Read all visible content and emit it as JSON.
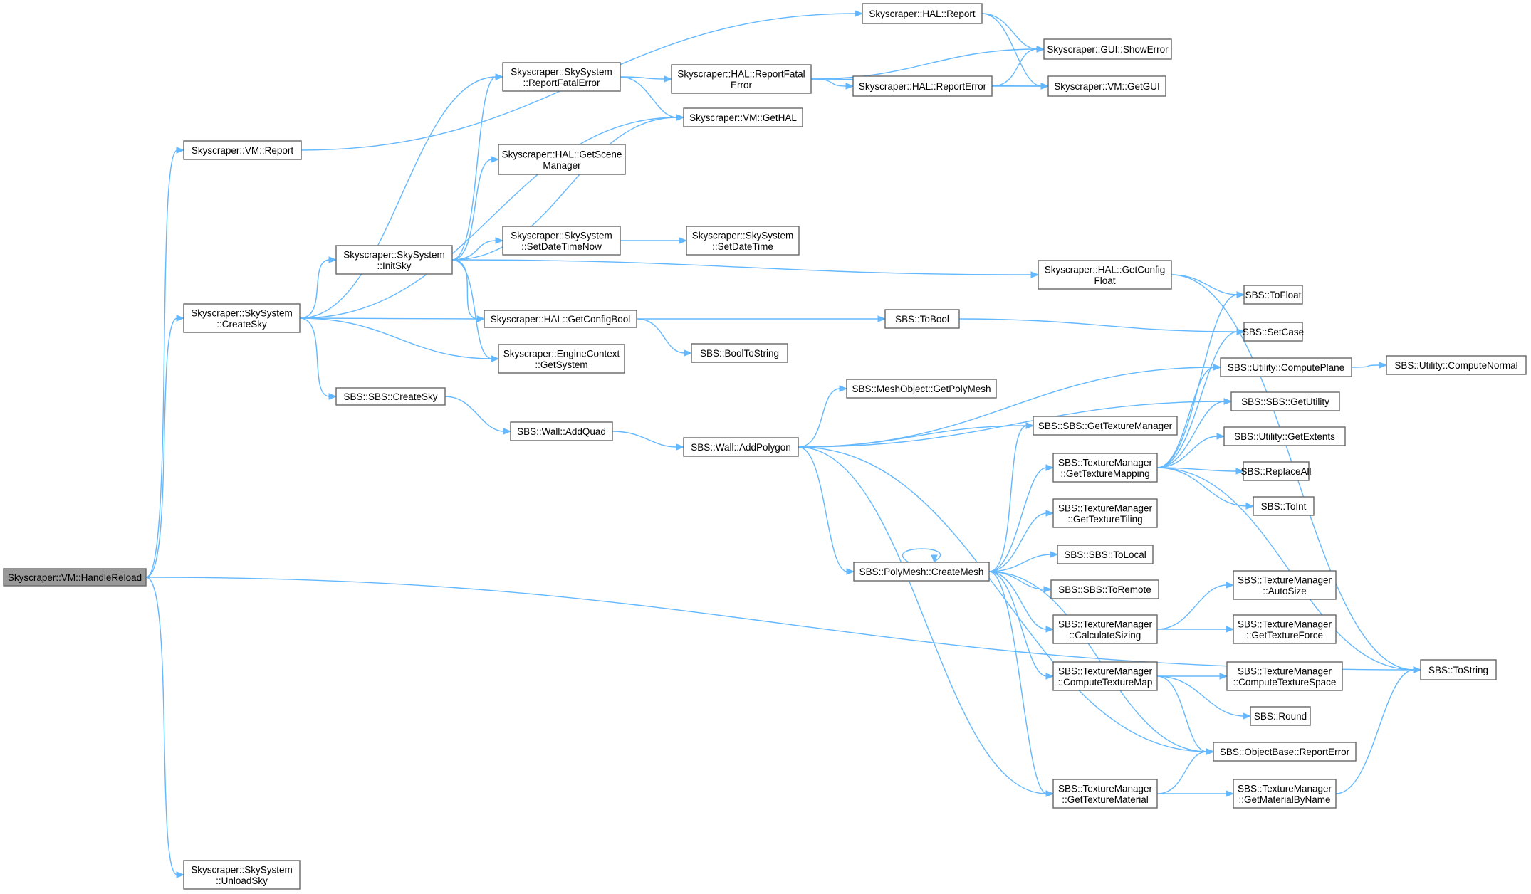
{
  "graph": {
    "edge_color": "#63b8ff",
    "node_fill": "#ffffff",
    "root_fill": "#999999",
    "node_border": "#666666",
    "nodes": [
      {
        "id": "handle_reload",
        "lines": [
          "Skyscraper::VM::HandleReload"
        ],
        "root": true
      },
      {
        "id": "vm_report",
        "lines": [
          "Skyscraper::VM::Report"
        ]
      },
      {
        "id": "create_sky",
        "lines": [
          "Skyscraper::SkySystem",
          "::CreateSky"
        ]
      },
      {
        "id": "unload_sky",
        "lines": [
          "Skyscraper::SkySystem",
          "::UnloadSky"
        ]
      },
      {
        "id": "hal_report",
        "lines": [
          "Skyscraper::HAL::Report"
        ]
      },
      {
        "id": "sky_report_fatal",
        "lines": [
          "Skyscraper::SkySystem",
          "::ReportFatalError"
        ]
      },
      {
        "id": "init_sky",
        "lines": [
          "Skyscraper::SkySystem",
          "::InitSky"
        ]
      },
      {
        "id": "get_config_bool",
        "lines": [
          "Skyscraper::HAL::GetConfigBool"
        ]
      },
      {
        "id": "engine_get_system",
        "lines": [
          "Skyscraper::EngineContext",
          "::GetSystem"
        ]
      },
      {
        "id": "sbs_create_sky",
        "lines": [
          "SBS::SBS::CreateSky"
        ]
      },
      {
        "id": "hal_report_fatal",
        "lines": [
          "Skyscraper::HAL::ReportFatal",
          "Error"
        ]
      },
      {
        "id": "vm_get_hal",
        "lines": [
          "Skyscraper::VM::GetHAL"
        ]
      },
      {
        "id": "hal_get_scene",
        "lines": [
          "Skyscraper::HAL::GetScene",
          "Manager"
        ]
      },
      {
        "id": "set_datetime_now",
        "lines": [
          "Skyscraper::SkySystem",
          "::SetDateTimeNow"
        ]
      },
      {
        "id": "set_datetime",
        "lines": [
          "Skyscraper::SkySystem",
          "::SetDateTime"
        ]
      },
      {
        "id": "get_config_float",
        "lines": [
          "Skyscraper::HAL::GetConfig",
          "Float"
        ]
      },
      {
        "id": "hal_report_error",
        "lines": [
          "Skyscraper::HAL::ReportError"
        ]
      },
      {
        "id": "gui_show_error",
        "lines": [
          "Skyscraper::GUI::ShowError"
        ]
      },
      {
        "id": "vm_get_gui",
        "lines": [
          "Skyscraper::VM::GetGUI"
        ]
      },
      {
        "id": "sbs_to_bool",
        "lines": [
          "SBS::ToBool"
        ]
      },
      {
        "id": "bool_to_string",
        "lines": [
          "SBS::BoolToString"
        ]
      },
      {
        "id": "wall_add_quad",
        "lines": [
          "SBS::Wall::AddQuad"
        ]
      },
      {
        "id": "wall_add_polygon",
        "lines": [
          "SBS::Wall::AddPolygon"
        ]
      },
      {
        "id": "mesh_get_polymesh",
        "lines": [
          "SBS::MeshObject::GetPolyMesh"
        ]
      },
      {
        "id": "get_texture_manager",
        "lines": [
          "SBS::SBS::GetTextureManager"
        ]
      },
      {
        "id": "tm_get_texture_mapping",
        "lines": [
          "SBS::TextureManager",
          "::GetTextureMapping"
        ]
      },
      {
        "id": "tm_get_texture_tiling",
        "lines": [
          "SBS::TextureManager",
          "::GetTextureTiling"
        ]
      },
      {
        "id": "polymesh_create_mesh",
        "lines": [
          "SBS::PolyMesh::CreateMesh"
        ]
      },
      {
        "id": "sbs_to_local",
        "lines": [
          "SBS::SBS::ToLocal"
        ]
      },
      {
        "id": "sbs_to_remote",
        "lines": [
          "SBS::SBS::ToRemote"
        ]
      },
      {
        "id": "tm_calculate_sizing",
        "lines": [
          "SBS::TextureManager",
          "::CalculateSizing"
        ]
      },
      {
        "id": "tm_compute_texture_map",
        "lines": [
          "SBS::TextureManager",
          "::ComputeTextureMap"
        ]
      },
      {
        "id": "tm_get_texture_material",
        "lines": [
          "SBS::TextureManager",
          "::GetTextureMaterial"
        ]
      },
      {
        "id": "sbs_to_float",
        "lines": [
          "SBS::ToFloat"
        ]
      },
      {
        "id": "sbs_set_case",
        "lines": [
          "SBS::SetCase"
        ]
      },
      {
        "id": "utility_compute_plane",
        "lines": [
          "SBS::Utility::ComputePlane"
        ]
      },
      {
        "id": "sbs_get_utility",
        "lines": [
          "SBS::SBS::GetUtility"
        ]
      },
      {
        "id": "utility_get_extents",
        "lines": [
          "SBS::Utility::GetExtents"
        ]
      },
      {
        "id": "sbs_replace_all",
        "lines": [
          "SBS::ReplaceAll"
        ]
      },
      {
        "id": "sbs_to_int",
        "lines": [
          "SBS::ToInt"
        ]
      },
      {
        "id": "tm_auto_size",
        "lines": [
          "SBS::TextureManager",
          "::AutoSize"
        ]
      },
      {
        "id": "tm_get_texture_force",
        "lines": [
          "SBS::TextureManager",
          "::GetTextureForce"
        ]
      },
      {
        "id": "tm_compute_texture_space",
        "lines": [
          "SBS::TextureManager",
          "::ComputeTextureSpace"
        ]
      },
      {
        "id": "sbs_round",
        "lines": [
          "SBS::Round"
        ]
      },
      {
        "id": "objectbase_report_error",
        "lines": [
          "SBS::ObjectBase::ReportError"
        ]
      },
      {
        "id": "tm_get_material_by_name",
        "lines": [
          "SBS::TextureManager",
          "::GetMaterialByName"
        ]
      },
      {
        "id": "utility_compute_normal",
        "lines": [
          "SBS::Utility::ComputeNormal"
        ]
      },
      {
        "id": "sbs_to_string",
        "lines": [
          "SBS::ToString"
        ]
      }
    ],
    "edges": [
      [
        "handle_reload",
        "vm_report"
      ],
      [
        "handle_reload",
        "create_sky"
      ],
      [
        "handle_reload",
        "unload_sky"
      ],
      [
        "handle_reload",
        "sbs_to_string"
      ],
      [
        "vm_report",
        "hal_report"
      ],
      [
        "hal_report",
        "gui_show_error"
      ],
      [
        "hal_report",
        "vm_get_gui"
      ],
      [
        "create_sky",
        "sky_report_fatal"
      ],
      [
        "create_sky",
        "vm_get_hal"
      ],
      [
        "create_sky",
        "init_sky"
      ],
      [
        "create_sky",
        "get_config_bool"
      ],
      [
        "create_sky",
        "engine_get_system"
      ],
      [
        "create_sky",
        "sbs_create_sky"
      ],
      [
        "sky_report_fatal",
        "hal_report_fatal"
      ],
      [
        "sky_report_fatal",
        "vm_get_hal"
      ],
      [
        "hal_report_fatal",
        "gui_show_error"
      ],
      [
        "hal_report_fatal",
        "hal_report_error"
      ],
      [
        "hal_report_fatal",
        "vm_get_gui"
      ],
      [
        "hal_report_error",
        "gui_show_error"
      ],
      [
        "hal_report_error",
        "vm_get_gui"
      ],
      [
        "init_sky",
        "sky_report_fatal"
      ],
      [
        "init_sky",
        "hal_get_scene"
      ],
      [
        "init_sky",
        "vm_get_hal"
      ],
      [
        "init_sky",
        "set_datetime_now"
      ],
      [
        "init_sky",
        "get_config_float"
      ],
      [
        "init_sky",
        "get_config_bool"
      ],
      [
        "init_sky",
        "engine_get_system"
      ],
      [
        "set_datetime_now",
        "set_datetime"
      ],
      [
        "get_config_float",
        "sbs_to_float"
      ],
      [
        "get_config_float",
        "sbs_to_string"
      ],
      [
        "get_config_bool",
        "sbs_to_bool"
      ],
      [
        "get_config_bool",
        "bool_to_string"
      ],
      [
        "sbs_to_bool",
        "sbs_set_case"
      ],
      [
        "sbs_create_sky",
        "wall_add_quad"
      ],
      [
        "wall_add_quad",
        "wall_add_polygon"
      ],
      [
        "wall_add_polygon",
        "utility_compute_plane"
      ],
      [
        "wall_add_polygon",
        "mesh_get_polymesh"
      ],
      [
        "wall_add_polygon",
        "sbs_get_utility"
      ],
      [
        "wall_add_polygon",
        "get_texture_manager"
      ],
      [
        "wall_add_polygon",
        "polymesh_create_mesh"
      ],
      [
        "wall_add_polygon",
        "objectbase_report_error"
      ],
      [
        "wall_add_polygon",
        "tm_get_texture_material"
      ],
      [
        "polymesh_create_mesh",
        "polymesh_create_mesh"
      ],
      [
        "polymesh_create_mesh",
        "get_texture_manager"
      ],
      [
        "polymesh_create_mesh",
        "tm_get_texture_mapping"
      ],
      [
        "polymesh_create_mesh",
        "tm_get_texture_tiling"
      ],
      [
        "polymesh_create_mesh",
        "sbs_to_local"
      ],
      [
        "polymesh_create_mesh",
        "sbs_to_remote"
      ],
      [
        "polymesh_create_mesh",
        "tm_calculate_sizing"
      ],
      [
        "polymesh_create_mesh",
        "tm_compute_texture_map"
      ],
      [
        "polymesh_create_mesh",
        "objectbase_report_error"
      ],
      [
        "polymesh_create_mesh",
        "tm_get_texture_material"
      ],
      [
        "tm_get_texture_mapping",
        "sbs_to_float"
      ],
      [
        "tm_get_texture_mapping",
        "sbs_set_case"
      ],
      [
        "tm_get_texture_mapping",
        "utility_compute_plane"
      ],
      [
        "tm_get_texture_mapping",
        "sbs_get_utility"
      ],
      [
        "tm_get_texture_mapping",
        "utility_get_extents"
      ],
      [
        "tm_get_texture_mapping",
        "sbs_replace_all"
      ],
      [
        "tm_get_texture_mapping",
        "sbs_to_int"
      ],
      [
        "tm_get_texture_mapping",
        "sbs_to_string"
      ],
      [
        "utility_compute_plane",
        "utility_compute_normal"
      ],
      [
        "tm_calculate_sizing",
        "tm_auto_size"
      ],
      [
        "tm_calculate_sizing",
        "tm_get_texture_force"
      ],
      [
        "tm_compute_texture_map",
        "tm_compute_texture_space"
      ],
      [
        "tm_compute_texture_map",
        "sbs_round"
      ],
      [
        "tm_compute_texture_map",
        "objectbase_report_error"
      ],
      [
        "tm_get_texture_material",
        "objectbase_report_error"
      ],
      [
        "tm_get_texture_material",
        "tm_get_material_by_name"
      ],
      [
        "tm_get_material_by_name",
        "sbs_to_string"
      ]
    ]
  }
}
